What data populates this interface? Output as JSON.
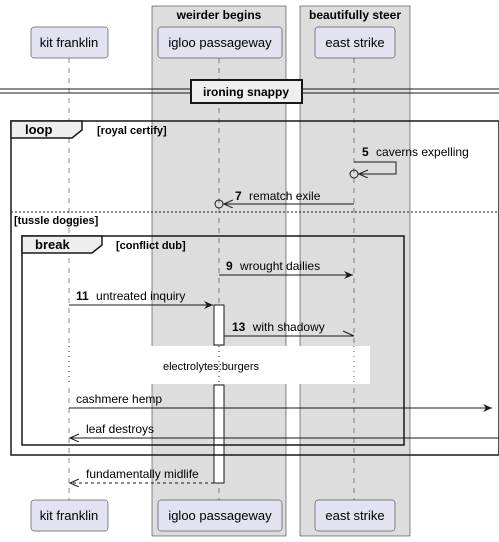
{
  "boxes": [
    {
      "title": "weirder begins"
    },
    {
      "title": "beautifully steer"
    }
  ],
  "participants": [
    {
      "name": "kit franklin"
    },
    {
      "name": "igloo passageway"
    },
    {
      "name": "east strike"
    }
  ],
  "divider": {
    "label": "ironing snappy"
  },
  "loop": {
    "keyword": "loop",
    "guard": "[royal certify]",
    "else_guard": "[tussle doggies]"
  },
  "break": {
    "keyword": "break",
    "guard": "[conflict dub]"
  },
  "messages": [
    {
      "num": "5",
      "text": "caverns expelling",
      "from": "east strike",
      "to": "east strike"
    },
    {
      "num": "7",
      "text": "rematch exile",
      "from": "east strike",
      "to": "igloo passageway"
    },
    {
      "num": "9",
      "text": "wrought dailies",
      "from": "igloo passageway",
      "to": "east strike"
    },
    {
      "num": "11",
      "text": "untreated inquiry",
      "from": "kit franklin",
      "to": "igloo passageway"
    },
    {
      "num": "13",
      "text": "with shadowy",
      "from": "igloo passageway",
      "to": "east strike"
    },
    {
      "num": "",
      "text": "cashmere hemp",
      "from": "kit franklin",
      "to": "right edge"
    },
    {
      "num": "",
      "text": "leaf destroys",
      "from": "right edge",
      "to": "kit franklin"
    },
    {
      "num": "",
      "text": "fundamentally midlife",
      "from": "igloo passageway",
      "to": "kit franklin"
    }
  ],
  "delay": {
    "text": "electrolytes:burgers"
  },
  "colors": {
    "participant_fill": "#e2e2f0",
    "participant_border": "#181818",
    "box_fill": "#dddddd",
    "line": "#181818",
    "lifeline": "#181818"
  }
}
